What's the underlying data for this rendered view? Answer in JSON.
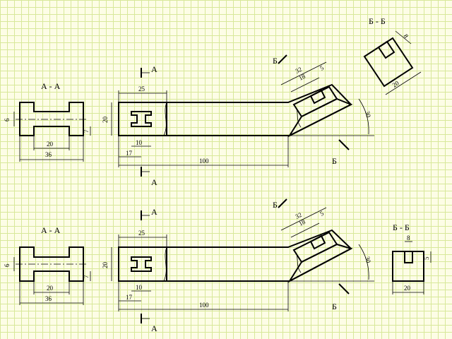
{
  "lower_view": {
    "section_a_title": "А - А",
    "section_b_title": "Б - Б",
    "cut_letter_a": "А",
    "cut_letter_b": "Б",
    "dims": {
      "d6": "6",
      "d7": "7",
      "d20": "20",
      "d36": "36",
      "d25": "25",
      "d10": "10",
      "d17": "17",
      "d100": "100",
      "d32": "32",
      "d18": "18",
      "d5": "5",
      "d30": "30",
      "d8": "8"
    }
  },
  "upper_view": {
    "section_a_title": "А - А",
    "section_b_title": "Б - Б",
    "cut_letter_a": "А",
    "cut_letter_b": "Б",
    "dims": {
      "d6": "6",
      "d7": "7",
      "d20": "20",
      "d36": "36",
      "d25": "25",
      "d10": "10",
      "d17": "17",
      "d100": "100",
      "d32": "32",
      "d18": "18",
      "d5": "5",
      "d30": "30",
      "d8": "8"
    }
  }
}
